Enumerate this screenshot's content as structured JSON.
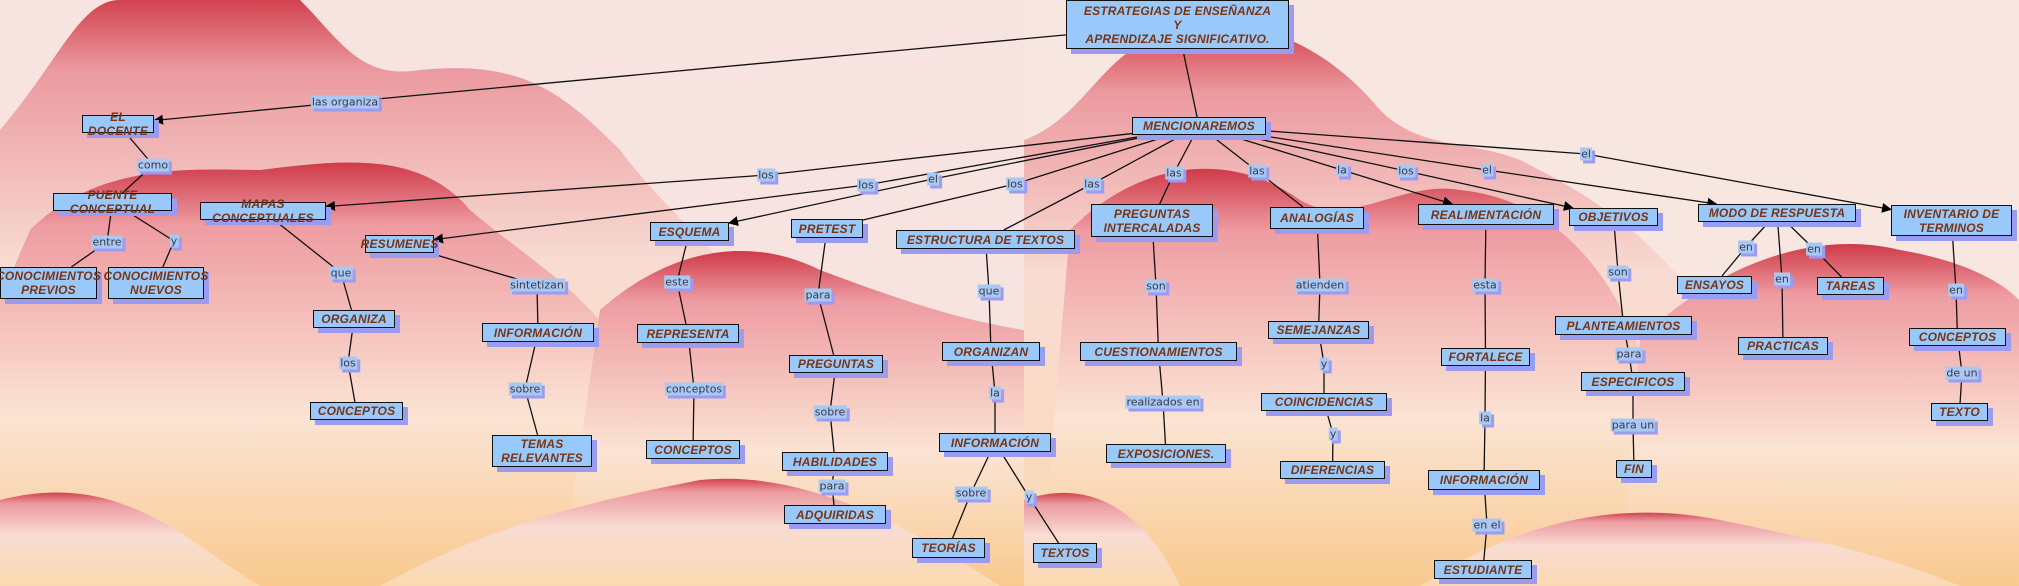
{
  "nodes": {
    "title": "ESTRATEGIAS DE ENSEÑANZA\nY\nAPRENDIZAJE SIGNIFICATIVO.",
    "menc": "MENCIONAREMOS",
    "docente": "EL DOCENTE",
    "puente": "PUENTE CONCEPTUAL",
    "previos": "CONOCIMIENTOS\nPREVIOS",
    "nuevos": "CONOCIMIENTOS\nNUEVOS",
    "mapas": "MAPAS CONCEPTUALES",
    "resumenes": "RESUMENES",
    "esquema": "ESQUEMA",
    "pretest": "PRETEST",
    "estructura": "ESTRUCTURA DE TEXTOS",
    "preguntas": "PREGUNTAS\nINTERCALADAS",
    "analogias": "ANALOGÍAS",
    "realim": "REALIMENTACIÓN",
    "objetivos": "OBJETIVOS",
    "modo": "MODO DE RESPUESTA",
    "inventario": "INVENTARIO DE\nTERMINOS",
    "organiza": "ORGANIZA",
    "conceptos1": "CONCEPTOS",
    "informacion1": "INFORMACIÓN",
    "temas": "TEMAS\nRELEVANTES",
    "representa": "REPRESENTA",
    "conceptos2": "CONCEPTOS",
    "preguntas2": "PREGUNTAS",
    "habilidades": "HABILIDADES",
    "adquiridas": "ADQUIRIDAS",
    "organizan": "ORGANIZAN",
    "informacion2": "INFORMACIÓN",
    "teorias": "TEORÍAS",
    "textos": "TEXTOS",
    "cuestion": "CUESTIONAMIENTOS",
    "exposiciones": "EXPOSICIONES.",
    "semejanzas": "SEMEJANZAS",
    "coincidencias": "COINCIDENCIAS",
    "diferencias": "DIFERENCIAS",
    "fortalece": "FORTALECE",
    "informacion3": "INFORMACIÓN",
    "estudiante": "ESTUDIANTE",
    "planteamientos": "PLANTEAMIENTOS",
    "especificos": "ESPECIFICOS",
    "fin": "FIN",
    "ensayos": "ENSAYOS",
    "practicas": "PRACTICAS",
    "tareas": "TAREAS",
    "conceptos3": "CONCEPTOS",
    "texto": "TEXTO"
  },
  "links": [
    "las organiza",
    "como",
    "entre",
    "y",
    "los",
    "los",
    "el",
    "los",
    "las",
    "las",
    "las",
    "la",
    "los",
    "el",
    "el",
    "",
    "que",
    "los",
    "sintetizan",
    "sobre",
    "este",
    "conceptos",
    "para",
    "sobre",
    "para",
    "que",
    "la",
    "sobre",
    "y",
    "son",
    "realizados en",
    "atienden",
    "y",
    "y",
    "esta",
    "la",
    "en el",
    "son",
    "para",
    "para un",
    "en",
    "en",
    "en",
    "en",
    "de un"
  ],
  "colors": {
    "node_fill": "#99c9fb",
    "node_text": "#7a3412",
    "shadow": "#9a9cf2"
  }
}
